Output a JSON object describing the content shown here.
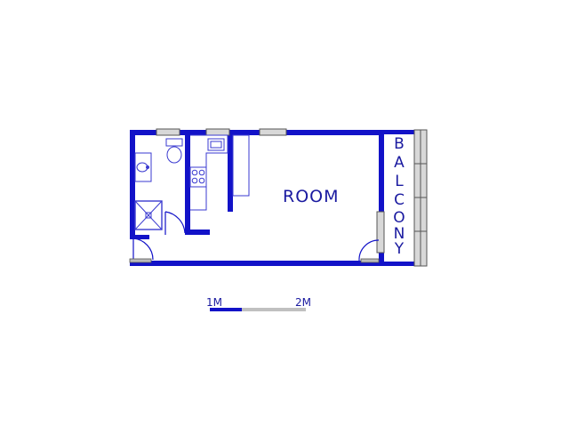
{
  "labels": {
    "room": "ROOM",
    "balcony_letters": [
      "B",
      "A",
      "L",
      "C",
      "O",
      "N",
      "Y"
    ]
  },
  "scale_bar": {
    "start_label": "1M",
    "end_label": "2M"
  },
  "colors": {
    "wall": "#1212c8",
    "fixture": "#3a3ad0",
    "window_fill": "#d8d8d8",
    "window_stroke": "#555555",
    "scale_gray": "#c0c0c0",
    "text": "#1a1aa0"
  }
}
